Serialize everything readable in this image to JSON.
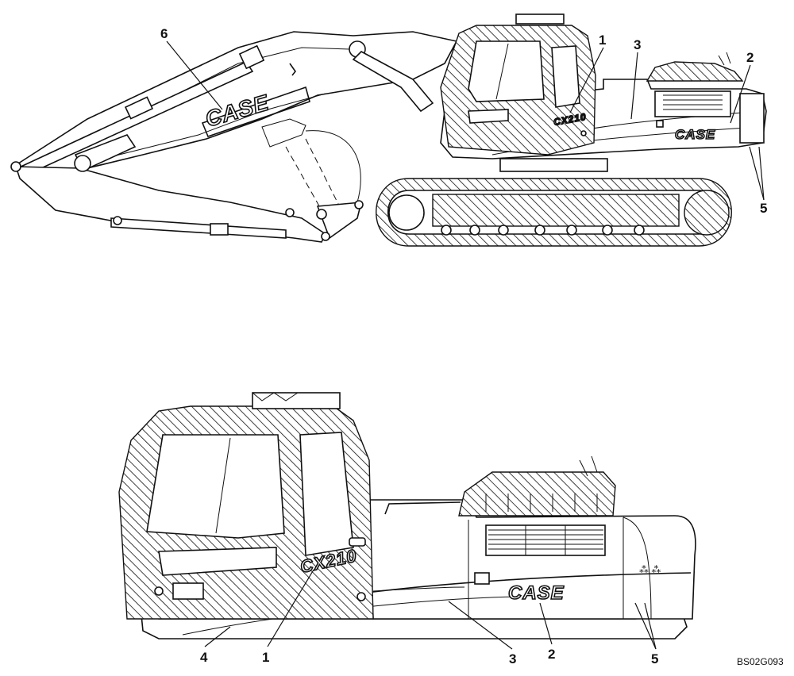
{
  "diagram": {
    "reference_code": "BS02G093",
    "callouts": {
      "top": [
        "6",
        "1",
        "3",
        "2",
        "5"
      ],
      "bottom": [
        "4",
        "1",
        "3",
        "2",
        "5"
      ]
    },
    "decals": {
      "brand": "CASE",
      "model": "CX210"
    }
  }
}
